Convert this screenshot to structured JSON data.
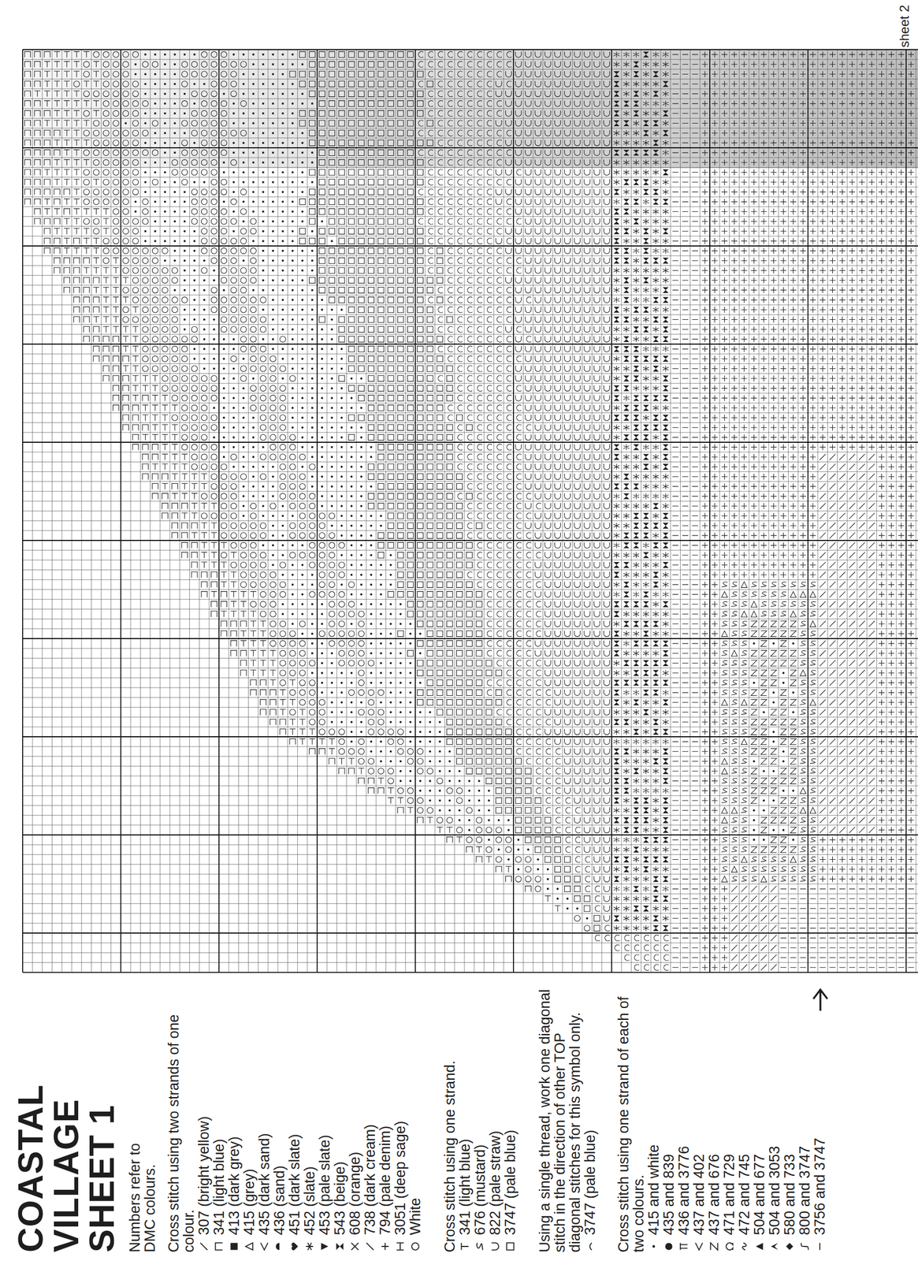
{
  "diagram": {
    "title": "COASTAL VILLAGE SHEET 1",
    "labels": [
      "sheet 2",
      "Numbers refer to DMC colours.",
      "Cross stitch using two strands of one colour.",
      "Cross stitch using one strand.",
      "Using a single thread, work one diagonal stitch in the direction of other TOP diagonal stitches for this symbol only.",
      "Cross stitch using one strand of each of two colours."
    ],
    "legend": [
      {
        "text": "307 (bright yellow)"
      },
      {
        "text": "341 (light blue)"
      },
      {
        "text": "413 (dark grey)"
      },
      {
        "text": "415 (grey)"
      },
      {
        "text": "435 (dark sand)"
      },
      {
        "text": "436 (sand)"
      },
      {
        "text": "451 (dark slate)"
      },
      {
        "text": "452 (slate)"
      },
      {
        "text": "453 (pale slate)"
      },
      {
        "text": "543 (beige)"
      },
      {
        "text": "608 (orange)"
      },
      {
        "text": "738 (dark cream)"
      },
      {
        "text": "794 (pale denim)"
      },
      {
        "text": "3051 (deep sage)"
      },
      {
        "text": "White"
      },
      {
        "text": "341 (light blue)"
      },
      {
        "text": "676 (mustard)"
      },
      {
        "text": "822 (pale straw)"
      },
      {
        "text": "3747 (pale blue)"
      },
      {
        "text": "3747 (pale blue)"
      },
      {
        "text": "415 and white"
      },
      {
        "text": "435 and 839"
      },
      {
        "text": "436 and 3776"
      },
      {
        "text": "437 and 402"
      },
      {
        "text": "437 and 676"
      },
      {
        "text": "471 and 729"
      },
      {
        "text": "472 and 745"
      },
      {
        "text": "504 and 677"
      },
      {
        "text": "504 and 3053"
      },
      {
        "text": "580 and 733"
      },
      {
        "text": "800 and 3747"
      },
      {
        "text": "3756 and 3747"
      }
    ]
  }
}
